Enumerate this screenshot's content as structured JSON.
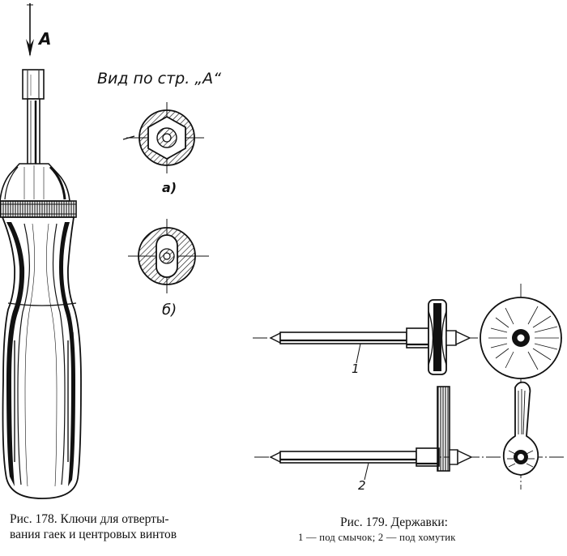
{
  "fig178": {
    "arrow_label": "A",
    "view_label": "Вид по стр. „А“",
    "label_a": "а)",
    "label_b": "б)",
    "caption_line1": "Рис. 178. Ключи для отверты-",
    "caption_line2": "вания гаек и центровых винтов"
  },
  "fig179": {
    "num1": "1",
    "num2": "2",
    "caption_line1": "Рис. 179. Державки:",
    "caption_line2": "1 — под смычок; 2 — под хомутик"
  }
}
